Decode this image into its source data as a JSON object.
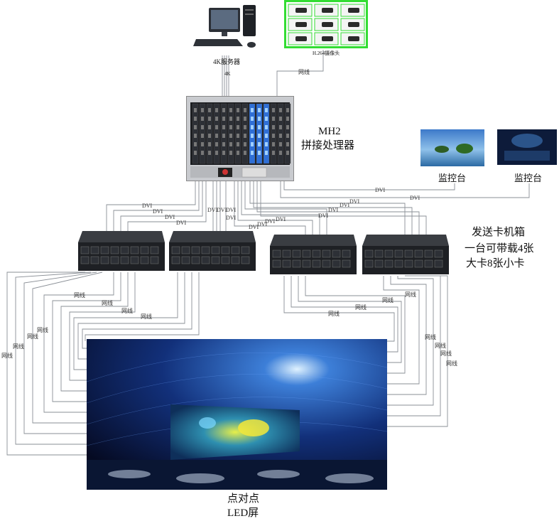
{
  "server": {
    "label": "4K服务器",
    "link_label": "4K"
  },
  "camera": {
    "label": "H.264摄像头"
  },
  "processor": {
    "model": "MH2",
    "name": "拼接处理器"
  },
  "monitors": [
    {
      "label": "监控台"
    },
    {
      "label": "监控台"
    }
  ],
  "sender_box": {
    "line1": "发送卡机箱",
    "line2": "一台可带载4张",
    "line3": "大卡8张小卡"
  },
  "screen": {
    "line1": "点对点",
    "line2": "LED屏"
  },
  "cables": {
    "dvi": "DVI",
    "network": "网线"
  },
  "colors": {
    "cable": "#8a8f96",
    "screen_bg": "#0b1b4d",
    "camera_border": "#33dd33"
  }
}
